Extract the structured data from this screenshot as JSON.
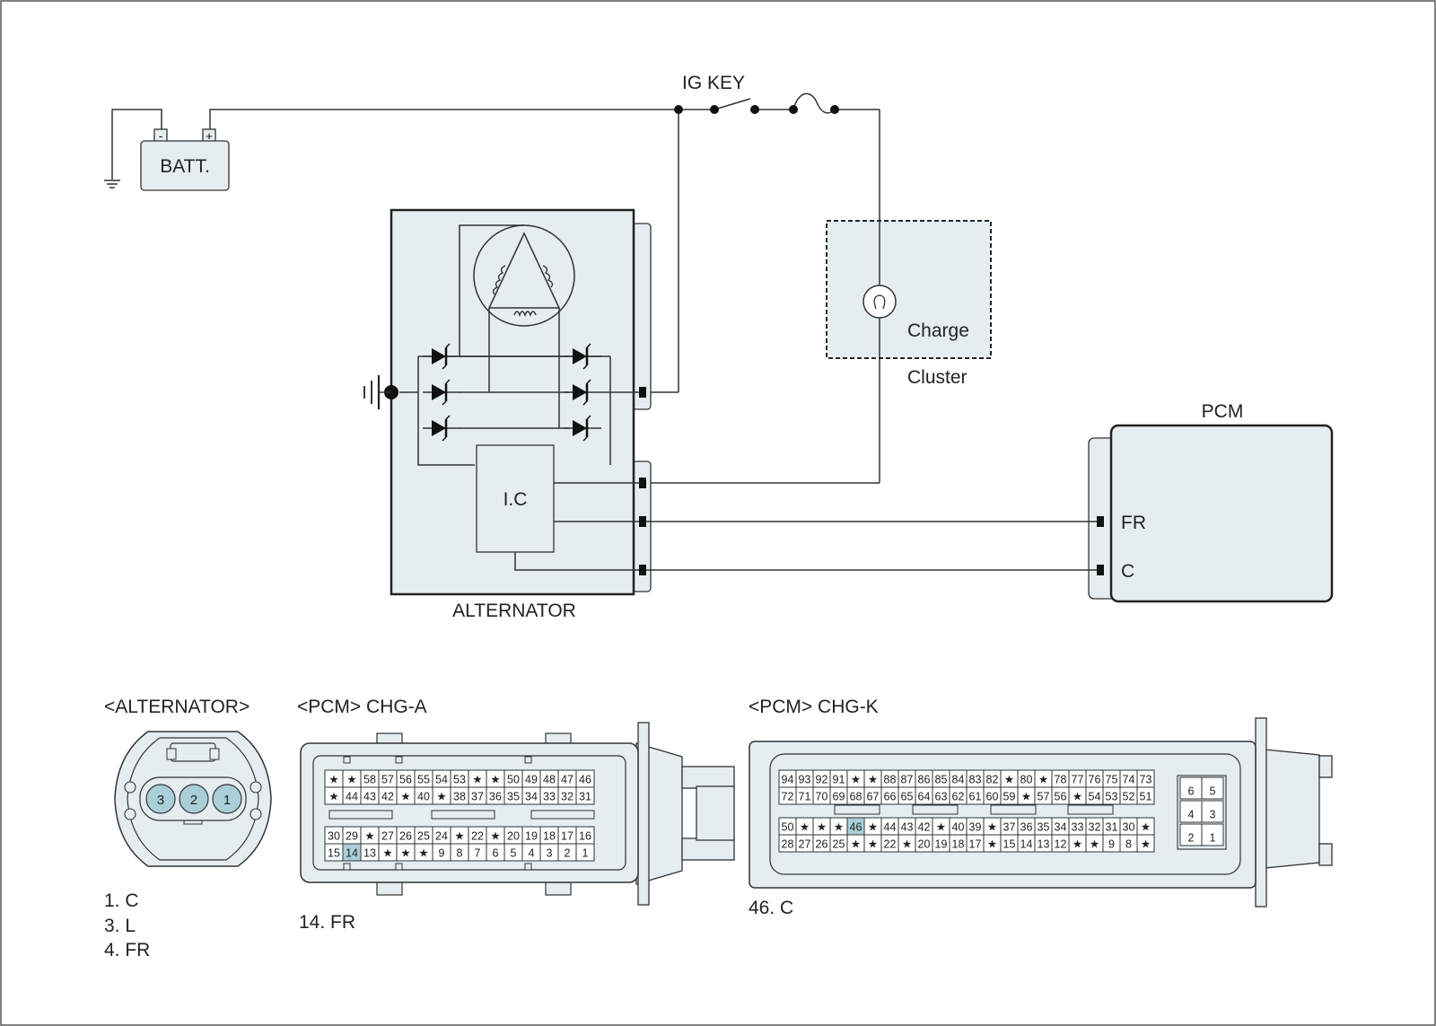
{
  "schematic": {
    "ig_key": "IG KEY",
    "battery": "BATT.",
    "battery_minus": "-",
    "battery_plus": "+",
    "alternator": "ALTERNATOR",
    "ic": "I.C",
    "charge": "Charge",
    "cluster": "Cluster",
    "pcm": "PCM",
    "fr": "FR",
    "c": "C"
  },
  "connectors": {
    "alternator": {
      "title": "<ALTERNATOR>",
      "pins": [
        "3",
        "2",
        "1"
      ],
      "highlight": [
        "3",
        "2",
        "1"
      ],
      "legend": [
        "1. C",
        "3. L",
        "4. FR"
      ]
    },
    "chg_a": {
      "title": "<PCM> CHG-A",
      "rows": [
        "★ ★ 58 57 56 55 54 53 ★ ★ 50 49 48 47 46",
        "★ 44 43 42 ★ 40 ★ 38 37 36 35 34 33 32 31",
        "30 29 ★ 27 26 25 24 ★ 22 ★ 20 19 18 17 16",
        "15 14 13 ★ ★ ★ 9 8 7 6 5 4 3 2 1"
      ],
      "highlight": "14",
      "legend": "14. FR"
    },
    "chg_k": {
      "title": "<PCM> CHG-K",
      "rows": [
        "94 93 92 91 ★ ★ 88 87 86 85 84 83 82 ★ 80 ★ 78 77 76 75 74 73",
        "72 71 70 69 68 67 66 65 64 63 62 61 60 59 ★ 57 56 ★ 54 53 52 51",
        "50 ★ ★ ★ 46 ★ 44 43 42 ★ 40 39 ★ 37 36 35 34 33 32 31 30 ★",
        "28 27 26 25 ★ ★ 22 ★ 20 19 18 17 ★ 15 14 13 12 ★ ★ 9 8 ★"
      ],
      "side": "6 5 4 3 2 1",
      "highlight": "46",
      "legend": "46. C"
    }
  },
  "colors": {
    "fill": "#e5edf0",
    "highlight": "#a9cfd9",
    "line": "#333333"
  }
}
